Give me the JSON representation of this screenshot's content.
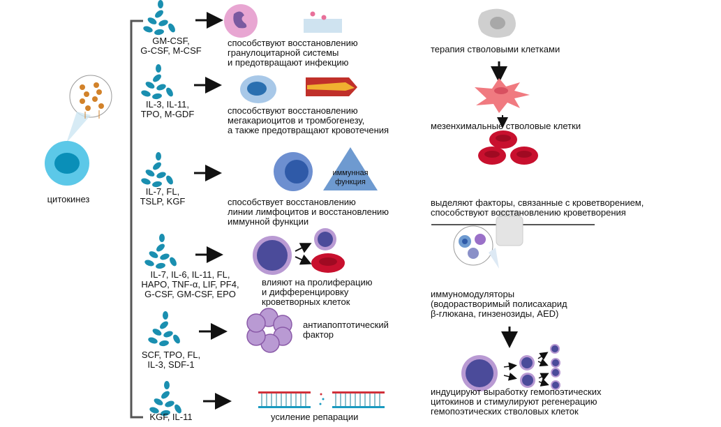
{
  "left": {
    "label": "цитокинез"
  },
  "rows": [
    {
      "cytokines": "GM-CSF,\nG-CSF, M-CSF",
      "effect": "способствуют восстановлению\nгранулоцитарной системы\nи предотвращают инфекцию"
    },
    {
      "cytokines": "IL-3, IL-11,\nTPO, M-GDF",
      "effect": "способствуют восстановлению\nмегакариоцитов и тромбогенезу,\nа также предотвращают кровотечения"
    },
    {
      "cytokines": "IL-7, FL,\nTSLP, KGF",
      "effect": "способствует восстановлению\nлинии лимфоцитов и восстановлению\nиммунной функции",
      "triangle_label": "иммунная\nфункция"
    },
    {
      "cytokines": "IL-7, IL-6, IL-11, FL,\nHAPO, TNF-α, LIF, PF4,\nG-CSF, GM-CSF, EPO",
      "effect": "влияют на пролиферацию\nи дифференцировку\nкроветворных клеток"
    },
    {
      "cytokines": "SCF, TPO, FL,\nIL-3, SDF-1",
      "effect": "антиапоптотический\nфактор"
    },
    {
      "cytokines": "KGF, IL-11",
      "effect": "усиление репарации"
    }
  ],
  "right": {
    "stem_therapy": "терапия стволовыми клетками",
    "msc": "мезенхимальные стволовые клетки",
    "factors": "выделяют факторы, связанные с кроветворением,\nспособствуют восстановлению кроветворения",
    "immunomodulators": "иммуномодуляторы\n(водорастворимый полисахарид\nβ-глюкана, гинзенозиды, AED)",
    "induce": "индуцируют выработку гемопоэтических\nцитокинов и стимулируют регенерацию\nгемопоэтических стволовых клеток"
  },
  "colors": {
    "protein": "#1a8fb0",
    "bracket": "#555555",
    "rbc": "#c8102e",
    "purple": "#4b4b9a",
    "lilac": "#b99ad3"
  }
}
